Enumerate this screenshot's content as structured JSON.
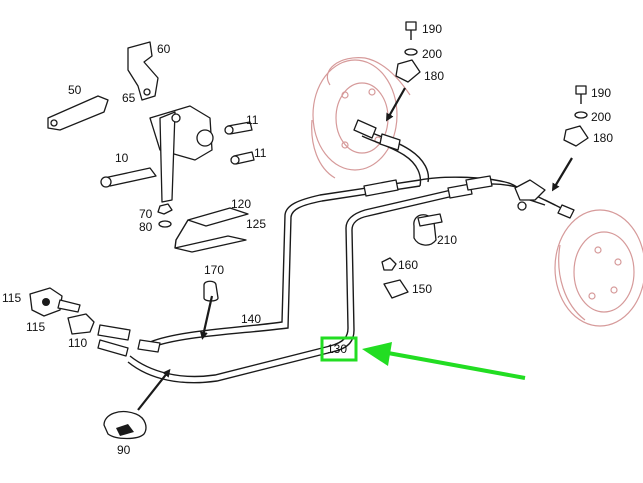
{
  "diagram": {
    "callouts": {
      "c10": "10",
      "c11a": "11",
      "c11b": "11",
      "c50": "50",
      "c60": "60",
      "c65": "65",
      "c70": "70",
      "c80": "80",
      "c90": "90",
      "c110": "110",
      "c115a": "115",
      "c115b": "115",
      "c120": "120",
      "c125": "125",
      "c130": "130",
      "c140": "140",
      "c150": "150",
      "c160": "160",
      "c170": "170",
      "c180a": "180",
      "c180b": "180",
      "c190a": "190",
      "c190b": "190",
      "c200a": "200",
      "c200b": "200",
      "c210": "210"
    },
    "highlight": {
      "target": "130",
      "box_color": "#22dd22",
      "arrow_color": "#22dd22"
    },
    "colors": {
      "line_art": "#1a1a1a",
      "wheel_hub": "#d69a9a",
      "background": "#ffffff"
    }
  }
}
